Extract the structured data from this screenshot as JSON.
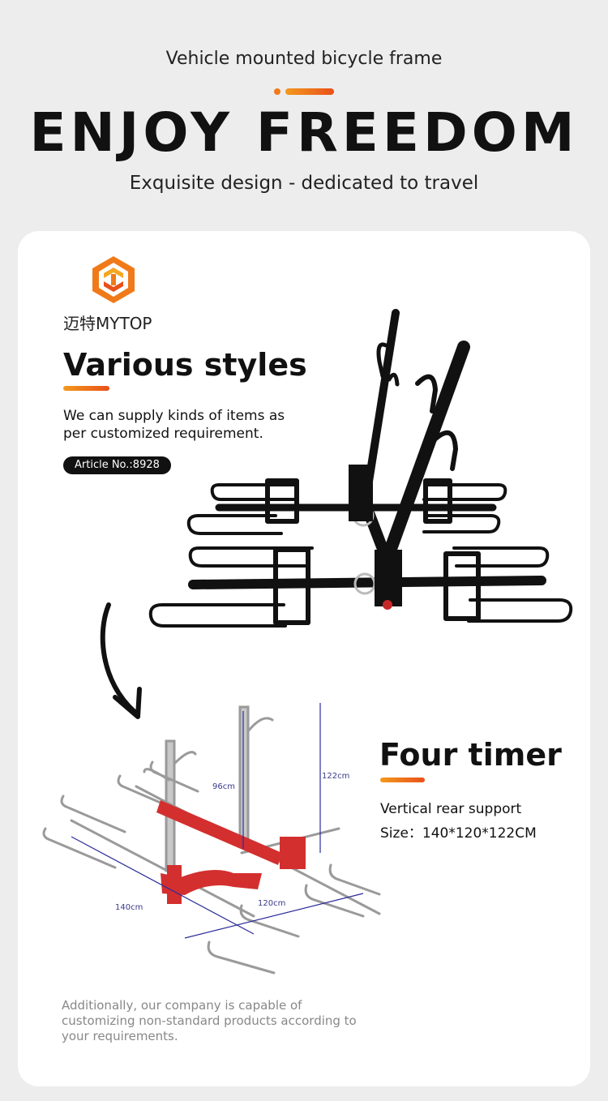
{
  "header": {
    "subtitle": "Vehicle mounted bicycle frame",
    "headline": "ENJOY FREEDOM",
    "tagline": "Exquisite design - dedicated to travel",
    "accent_color": "#f07a1a"
  },
  "brand": {
    "logo_icon": "mytop-hexagon-logo-icon",
    "name": "迈特MYTOP"
  },
  "section1": {
    "heading": "Various styles",
    "description": "We can supply kinds of items as per customized requirement.",
    "article_label": "Article No.:8928"
  },
  "section2": {
    "heading": "Four timer",
    "spec_line1": "Vertical rear support",
    "spec_line2": "Size：140*120*122CM"
  },
  "diagram": {
    "dim_height": "122cm",
    "dim_mast": "96cm",
    "dim_length": "140cm",
    "dim_width": "120cm"
  },
  "footer": {
    "note": "Additionally, our company is capable of customizing non-standard products according to your requirements."
  }
}
